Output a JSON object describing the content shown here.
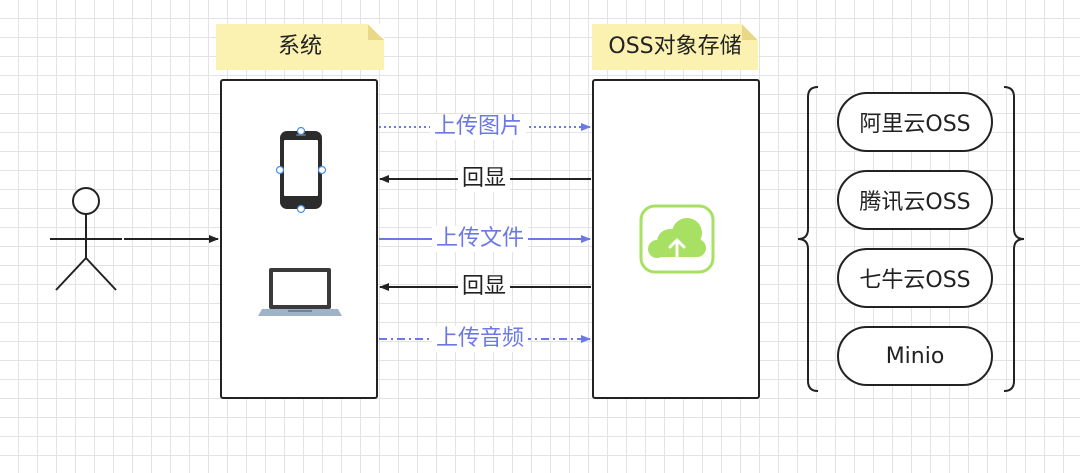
{
  "notes": {
    "system": "系统",
    "oss": "OSS对象存储"
  },
  "arrows": {
    "upload_image": "上传图片",
    "echo_1": "回显",
    "upload_file": "上传文件",
    "echo_2": "回显",
    "upload_audio": "上传音频"
  },
  "providers": [
    "阿里云OSS",
    "腾讯云OSS",
    "七牛云OSS",
    "Minio"
  ],
  "icons": {
    "actor": "stick-figure-icon",
    "phone": "mobile-phone-icon",
    "laptop": "laptop-icon",
    "oss": "cloud-upload-icon"
  },
  "colors": {
    "blue": "#6b78e6",
    "dark": "#222222",
    "note": "#fbf1b0",
    "green": "#a8e063"
  }
}
